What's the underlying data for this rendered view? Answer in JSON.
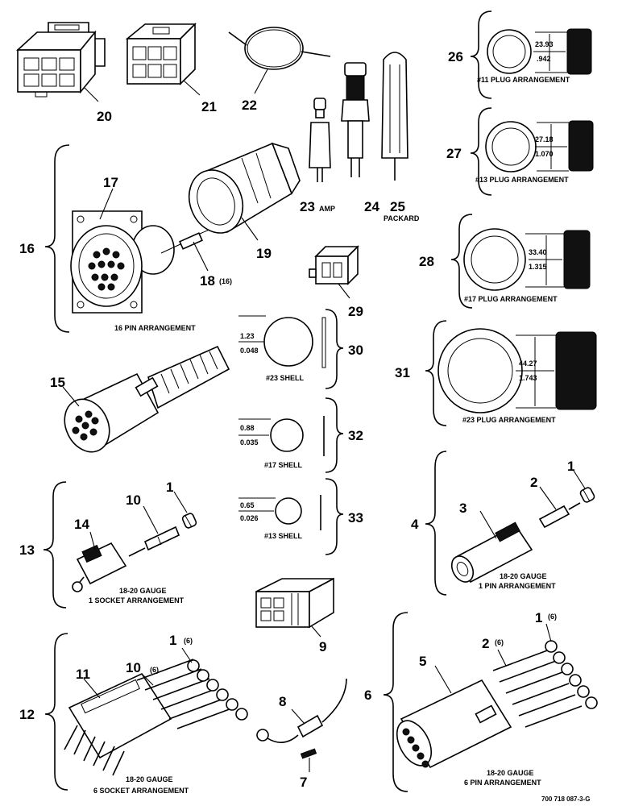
{
  "figure_code": "700 718 087-3-G",
  "parts": {
    "p1a": "1",
    "p1b": "1",
    "p1c": "1",
    "p1c_qty": "(6)",
    "p1d": "1",
    "p1d_qty": "(6)",
    "p2a": "2",
    "p2b": "2",
    "p2b_qty": "(6)",
    "p3": "3",
    "p4": "4",
    "p5": "5",
    "p6": "6",
    "p7": "7",
    "p8": "8",
    "p9": "9",
    "p10a": "10",
    "p10b": "10",
    "p10b_qty": "(6)",
    "p11": "11",
    "p12": "12",
    "p13": "13",
    "p14": "14",
    "p15": "15",
    "p16": "16",
    "p17": "17",
    "p18": "18",
    "p18_qty": "(16)",
    "p19": "19",
    "p20": "20",
    "p21": "21",
    "p22": "22",
    "p23": "23",
    "p23_note": "AMP",
    "p24": "24",
    "p25": "25",
    "p25_note": "PACKARD",
    "p26": "26",
    "p27": "27",
    "p28": "28",
    "p29": "29",
    "p30": "30",
    "p31": "31",
    "p32": "32",
    "p33": "33"
  },
  "captions": {
    "c16": "16 PIN ARRANGEMENT",
    "c26": "#11 PLUG ARRANGEMENT",
    "c27": "#13 PLUG ARRANGEMENT",
    "c28": "#17 PLUG ARRANGEMENT",
    "c31": "#23 PLUG ARRANGEMENT",
    "c30": "#23 SHELL",
    "c32": "#17 SHELL",
    "c33": "#13 SHELL",
    "c13_l1": "18-20 GAUGE",
    "c13_l2": "1 SOCKET ARRANGEMENT",
    "c4_l1": "18-20 GAUGE",
    "c4_l2": "1 PIN ARRANGEMENT",
    "c12_l1": "18-20 GAUGE",
    "c12_l2": "6 SOCKET ARRANGEMENT",
    "c6_l1": "18-20 GAUGE",
    "c6_l2": "6 PIN ARRANGEMENT"
  },
  "dimensions": {
    "d26_mm": "23.93",
    "d26_in": ".942",
    "d27_mm": "27.18",
    "d27_in": "1.070",
    "d28_mm": "33.40",
    "d28_in": "1.315",
    "d31_mm": "44.27",
    "d31_in": "1.743",
    "d30_mm": "1.23",
    "d30_in": "0.048",
    "d32_mm": "0.88",
    "d32_in": "0.035",
    "d33_mm": "0.65",
    "d33_in": "0.026"
  }
}
